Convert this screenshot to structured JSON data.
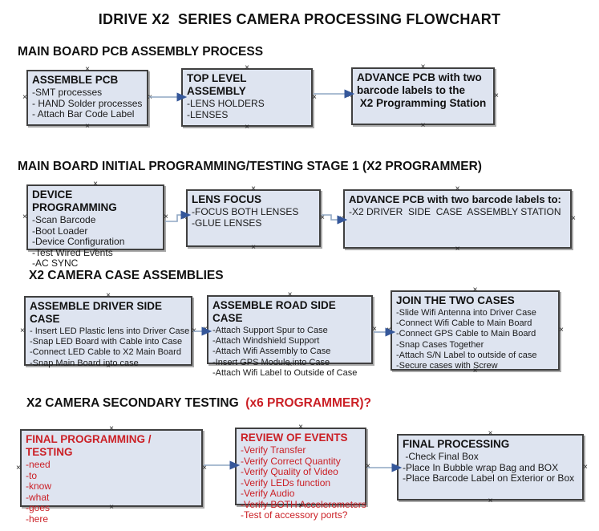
{
  "page_title": "IDRIVE X2  SERIES CAMERA PROCESSING FLOWCHART",
  "colors": {
    "box_fill": "#dee4f0",
    "box_border": "#404040",
    "red_text": "#cb2026",
    "arrow_line": "#8fa7c4",
    "arrow_head": "#35579a"
  },
  "sections": {
    "s1": {
      "heading": "MAIN BOARD PCB ASSEMBLY PROCESS"
    },
    "s2": {
      "heading": "MAIN BOARD INITIAL PROGRAMMING/TESTING STAGE 1 (X2 PROGRAMMER)"
    },
    "s3": {
      "heading": "X2 CAMERA CASE ASSEMBLIES"
    },
    "s4": {
      "heading": "X2 CAMERA SECONDARY TESTING  ",
      "heading_red": "(x6 PROGRAMMER)?"
    }
  },
  "boxes": {
    "assemble_pcb": {
      "title": "ASSEMBLE PCB",
      "items": [
        "-SMT processes",
        "- HAND Solder processes",
        "- Attach Bar Code Label"
      ]
    },
    "top_level_assembly": {
      "title": "TOP LEVEL ASSEMBLY",
      "items": [
        "-LENS HOLDERS",
        "-LENSES"
      ]
    },
    "advance_pcb_station": {
      "title": "ADVANCE PCB with two\nbarcode labels to the\n X2 Programming Station",
      "items": []
    },
    "device_programming": {
      "title": "DEVICE PROGRAMMING",
      "items": [
        "-Scan Barcode",
        "-Boot Loader",
        "-Device Configuration",
        "-Test Wired Events",
        "-AC SYNC"
      ]
    },
    "lens_focus": {
      "title": "LENS FOCUS",
      "items": [
        "-FOCUS BOTH LENSES",
        "-GLUE LENSES"
      ]
    },
    "advance_pcb_driver": {
      "title": "ADVANCE PCB with two barcode labels to:",
      "items": [
        "-X2 DRIVER  SIDE  CASE  ASSEMBLY STATION"
      ]
    },
    "assemble_driver_side_case": {
      "title": "ASSEMBLE DRIVER SIDE CASE",
      "items": [
        "- Insert LED Plastic lens into Driver Case",
        "-Snap LED Board with Cable into Case",
        "-Connect LED Cable to X2 Main Board",
        "-Snap Main Board into case"
      ]
    },
    "assemble_road_side_case": {
      "title": "ASSEMBLE ROAD SIDE CASE",
      "items": [
        "-Attach Support Spur to Case",
        "-Attach Windshield Support",
        "-Attach Wifi Assembly to Case",
        "-Insert GPS Module into Case",
        "-Attach Wifi Label to Outside of Case"
      ]
    },
    "join_the_two_cases": {
      "title": "JOIN THE TWO CASES",
      "items": [
        "-Slide Wifi Antenna into Driver Case",
        "-Connect Wifi Cable to Main Board",
        "-Connect GPS Cable to Main Board",
        "-Snap Cases Together",
        "-Attach S/N Label to outside of case",
        "-Secure cases with Screw"
      ]
    },
    "final_programming_testing": {
      "title": "FINAL PROGRAMMING / TESTING",
      "items": [
        "-need",
        "-to",
        "-know",
        "-what",
        "-goes",
        "-here"
      ]
    },
    "review_of_events": {
      "title": "REVIEW OF EVENTS",
      "items": [
        "-Verify Transfer",
        "-Verify Correct Quantity",
        "-Verify Quality of Video",
        "-Verify LEDs function",
        "-Verify Audio",
        "-Verify BOTH Accelerometers",
        "-Test of accessory ports?"
      ]
    },
    "final_processing": {
      "title": "FINAL PROCESSING",
      "items": [
        " -Check Final Box",
        "-Place In Bubble wrap Bag and BOX",
        "-Place Barcode Label on Exterior or Box"
      ]
    }
  }
}
